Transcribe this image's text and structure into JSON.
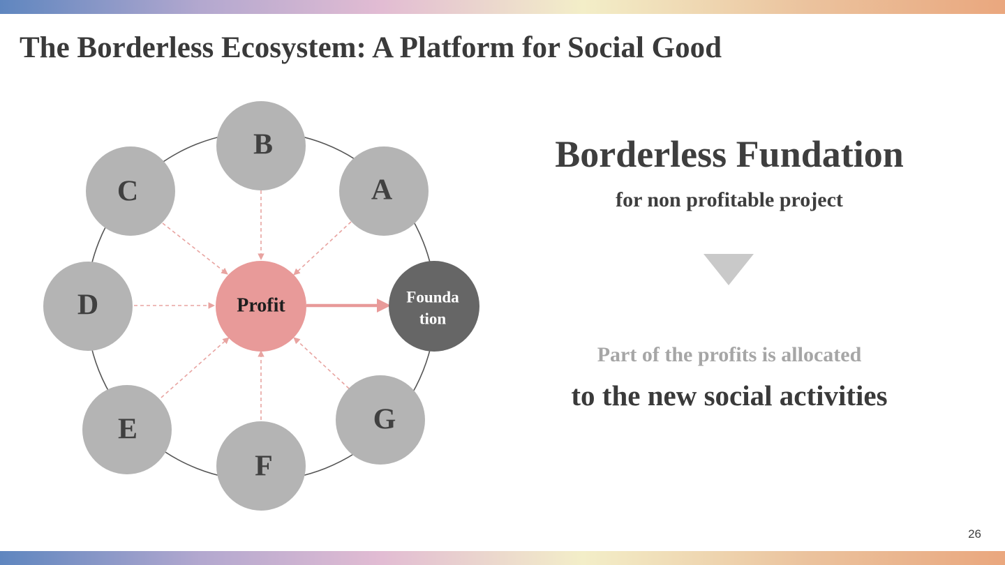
{
  "slide": {
    "title": "The Borderless Ecosystem: A Platform for Social Good",
    "page_number": "26"
  },
  "diagram": {
    "center_label": "Profit",
    "foundation_label_lines": [
      "Founda",
      "tion"
    ],
    "members": [
      "A",
      "B",
      "C",
      "D",
      "E",
      "F",
      "G"
    ]
  },
  "panel": {
    "heading": "Borderless Fundation",
    "subheading": "for non profitable project",
    "note_line1": "Part of  the profits is allocated",
    "note_line2": "to the new social activities"
  },
  "colors": {
    "member_fill": "#b4b4b4",
    "profit_fill": "#e89a99",
    "foundation_fill": "#666666",
    "arrow_dashed": "#e8a3a0",
    "arrow_solid": "#e89a99",
    "ring": "#555555",
    "down_arrow": "#c9c9c9"
  }
}
